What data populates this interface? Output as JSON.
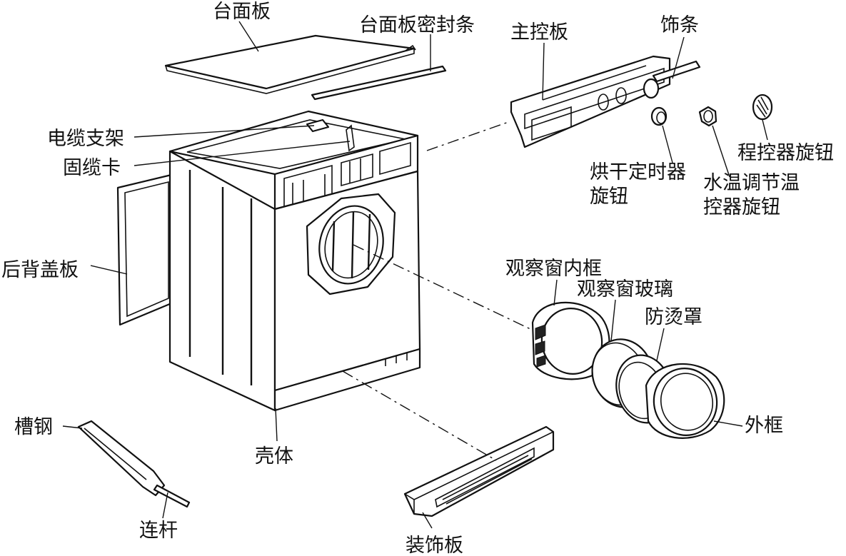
{
  "labels": {
    "top_panel": "台面板",
    "top_panel_seal": "台面板密封条",
    "main_control_panel": "主控板",
    "trim_strip": "饰条",
    "cable_support": "电缆支架",
    "cable_clip": "固缆卡",
    "dryer_timer_knob_line1": "烘干定时器",
    "dryer_timer_knob_line2": "旋钮",
    "program_controller_knob": "程控器旋钮",
    "water_temp_knob_line1": "水温调节温",
    "water_temp_knob_line2": "控器旋钮",
    "rear_cover": "后背盖板",
    "window_inner_frame": "观察窗内框",
    "window_glass": "观察窗玻璃",
    "heat_shield": "防烫罩",
    "outer_frame": "外框",
    "channel_steel": "槽钢",
    "housing": "壳体",
    "connecting_rod": "连杆",
    "decorative_panel": "装饰板"
  }
}
